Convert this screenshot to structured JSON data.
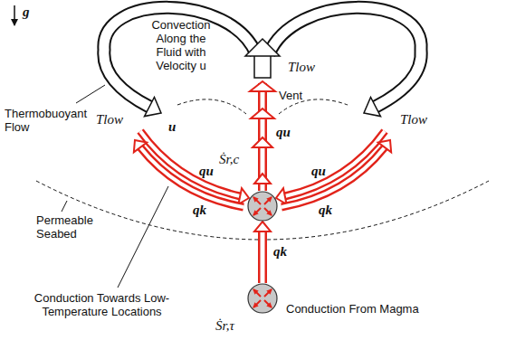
{
  "diagram": {
    "nodes": [
      {
        "text": [
          "Ṡr,c"
        ]
      },
      {
        "text": [
          "Ṡr,τ"
        ]
      }
    ],
    "edges": [
      {
        "from": 1,
        "to": 0,
        "arrow": "to",
        "label": "qk"
      }
    ],
    "labels": [
      "g",
      "Convection Along the Fluid with Velocity u",
      "Thermobuoyant Flow",
      "u",
      "Tlow",
      "Vent",
      "Tlow",
      "Tlow",
      "qu",
      "qu",
      "qu",
      "qk",
      "qk",
      "Permeable Seabed",
      "Conduction Towards Low-Temperature Locations",
      "Conduction From Magma"
    ]
  }
}
